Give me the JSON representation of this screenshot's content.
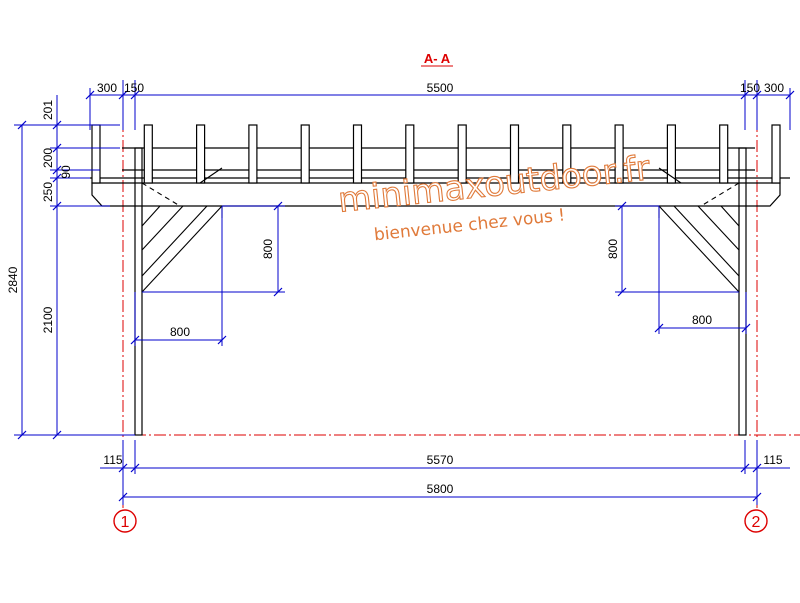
{
  "section_title": "A- A",
  "colors": {
    "structure": "#000000",
    "dimension": "#0000cc",
    "axis": "#dd0000",
    "watermark": "#e07a3a"
  },
  "watermark": {
    "site": "minimaxoutdoor.fr",
    "tagline": "bienvenue chez vous !"
  },
  "dimensions": {
    "top_left_300": "300",
    "top_left_150": "150",
    "top_span": "5500",
    "top_right_150": "150",
    "top_right_300": "300",
    "left_201": "201",
    "left_200": "200",
    "left_90": "90",
    "left_250": "250",
    "left_2840": "2840",
    "left_2100": "2100",
    "brace_left_v": "800",
    "brace_left_h": "800",
    "brace_right_v": "800",
    "brace_right_h": "800",
    "bottom_left_115": "115",
    "bottom_span": "5570",
    "bottom_right_115": "115",
    "bottom_total": "5800"
  },
  "axes": {
    "left": "1",
    "right": "2"
  }
}
